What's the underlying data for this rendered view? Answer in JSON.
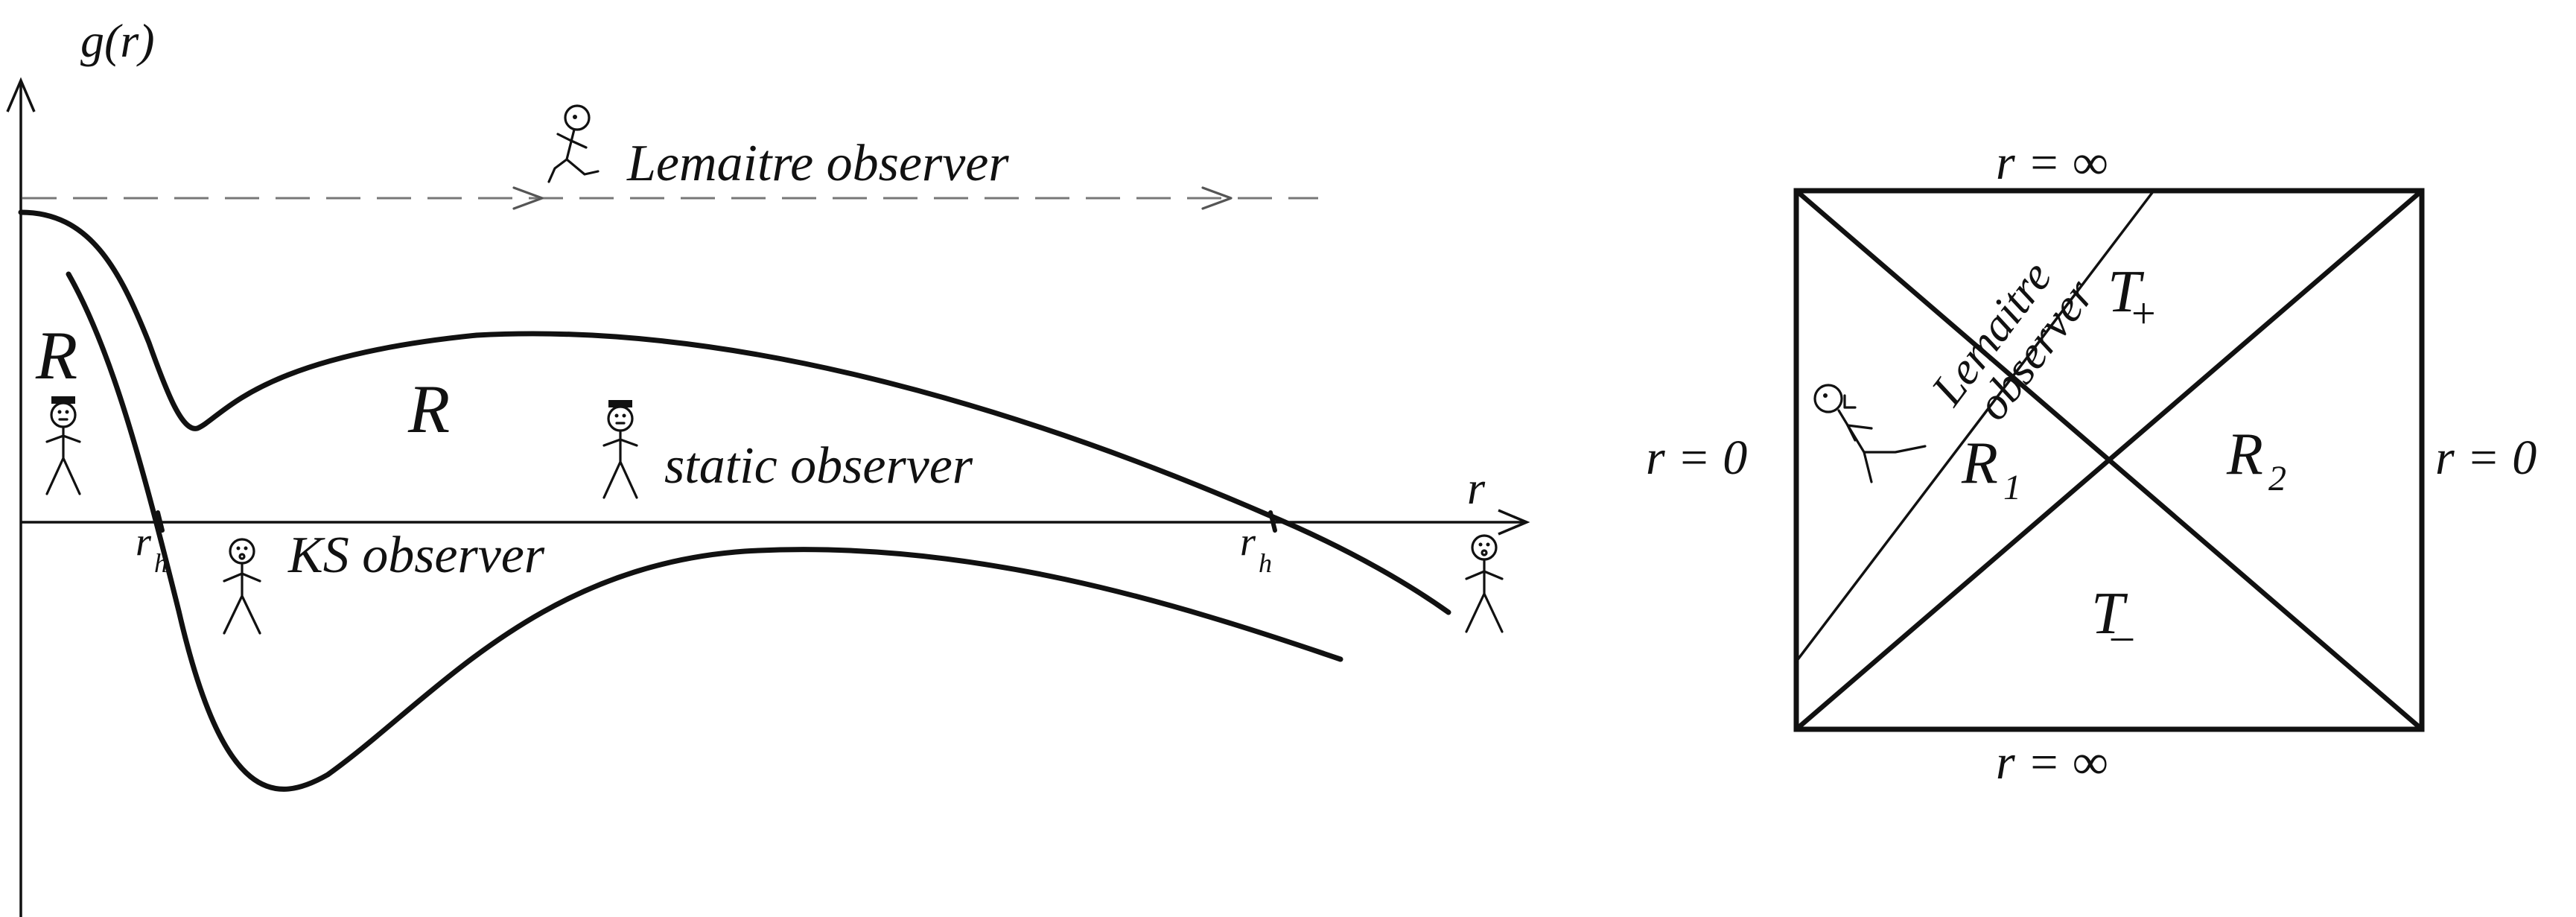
{
  "left_panel": {
    "y_axis_label": "g(r)",
    "x_axis_label": "r",
    "horizon_label_left": "r",
    "horizon_label_left_sub": "h",
    "horizon_label_right": "r",
    "horizon_label_right_sub": "h",
    "region_label_inner": "R",
    "region_label_outer": "R",
    "lemaitre_label": "Lemaitre observer",
    "static_label": "static observer",
    "ks_label": "KS observer"
  },
  "right_panel": {
    "top_label": "r = ∞",
    "bottom_label": "r = ∞",
    "left_label": "r = 0",
    "right_label": "r = 0",
    "region_T_plus": "T",
    "region_T_plus_sub": "+",
    "region_T_minus": "T",
    "region_T_minus_sub": "–",
    "region_R1": "R",
    "region_R1_sub": "1",
    "region_R2": "R",
    "region_R2_sub": "2",
    "lemaitre_label_line1": "Lemaitre",
    "lemaitre_label_line2": "observer"
  },
  "colors": {
    "ink": "#111111",
    "dashed_path": "#777777",
    "background": "#ffffff"
  }
}
